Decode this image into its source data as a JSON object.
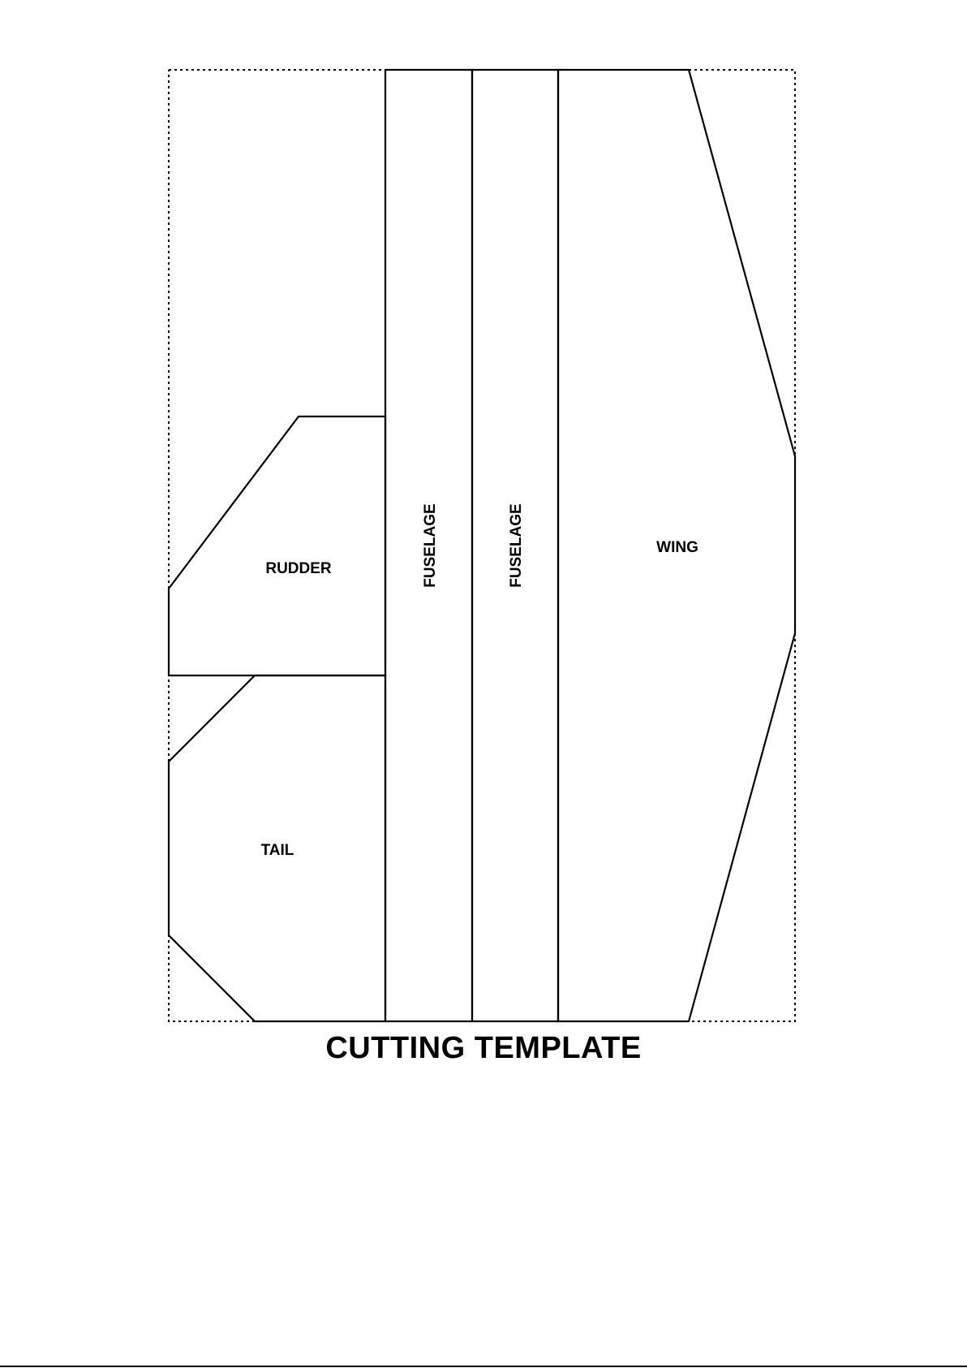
{
  "title": "CUTTING TEMPLATE",
  "pieces": {
    "rudder": "RUDDER",
    "tail": "TAIL",
    "fuselage_1": "FUSELAGE",
    "fuselage_2": "FUSELAGE",
    "wing": "WING"
  },
  "colors": {
    "ink": "#000000",
    "paper": "#ffffff"
  }
}
